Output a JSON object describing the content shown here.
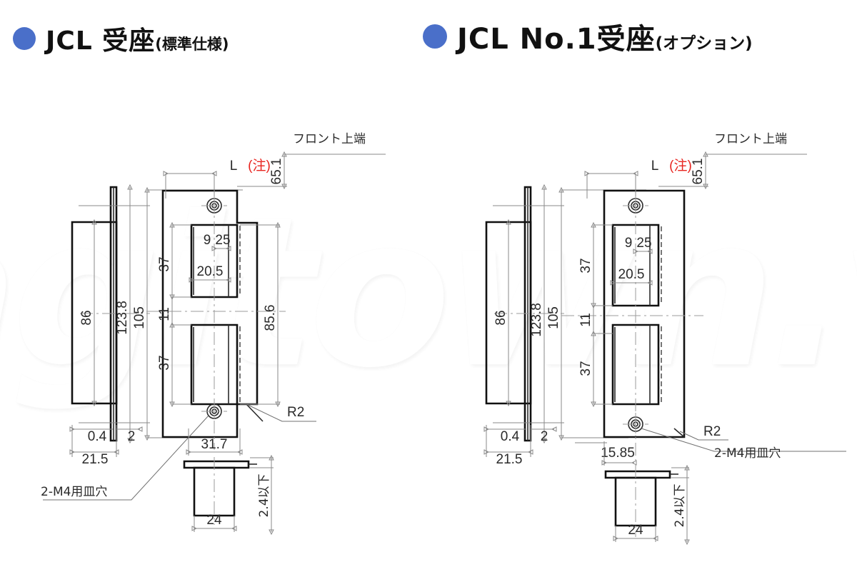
{
  "page": {
    "watermark_text": "kagitown.vn",
    "bullet_color": "#4a6fc9",
    "note_color": "#e8241f"
  },
  "headings": [
    {
      "bullet": "blue-dot",
      "main": "JCL 受座",
      "sub": "(標準仕様)"
    },
    {
      "bullet": "blue-dot",
      "main": "JCL No.1受座",
      "sub": "(オプション)"
    }
  ],
  "drawings": [
    {
      "id": "jcl-standard-strike",
      "title": "JCL 受座 (標準仕様)",
      "labels": {
        "front_top": "フロント上端",
        "L": "L",
        "L_note": "(注)",
        "r2": "R2",
        "countersink": "2-M4用皿穴"
      },
      "dimensions": {
        "d_65_1": "65.1",
        "d_86": "86",
        "d_123_8": "123.8",
        "d_105": "105",
        "d_37_top": "37",
        "d_11": "11",
        "d_37_bottom": "37",
        "d_9": "9",
        "d_25": "25",
        "d_20_5": "20.5",
        "d_85_6": "85.6",
        "d_0_4": "0.4",
        "d_2": "2",
        "d_21_5": "21.5",
        "d_31_7": "31.7"
      },
      "detail_view": {
        "d_24": "24",
        "d_depth": "2.4以下"
      }
    },
    {
      "id": "jcl-no1-strike",
      "title": "JCL No.1受座 (オプション)",
      "labels": {
        "front_top": "フロント上端",
        "L": "L",
        "L_note": "(注)",
        "r2": "R2",
        "countersink": "2-M4用皿穴"
      },
      "dimensions": {
        "d_65_1": "65.1",
        "d_86": "86",
        "d_123_8": "123.8",
        "d_105": "105",
        "d_37_top": "37",
        "d_11": "11",
        "d_37_bottom": "37",
        "d_9": "9",
        "d_25": "25",
        "d_20_5": "20.5",
        "d_0_4": "0.4",
        "d_2": "2",
        "d_21_5": "21.5",
        "d_15_85": "15.85"
      },
      "detail_view": {
        "d_24": "24",
        "d_depth": "2.4以下"
      }
    }
  ]
}
